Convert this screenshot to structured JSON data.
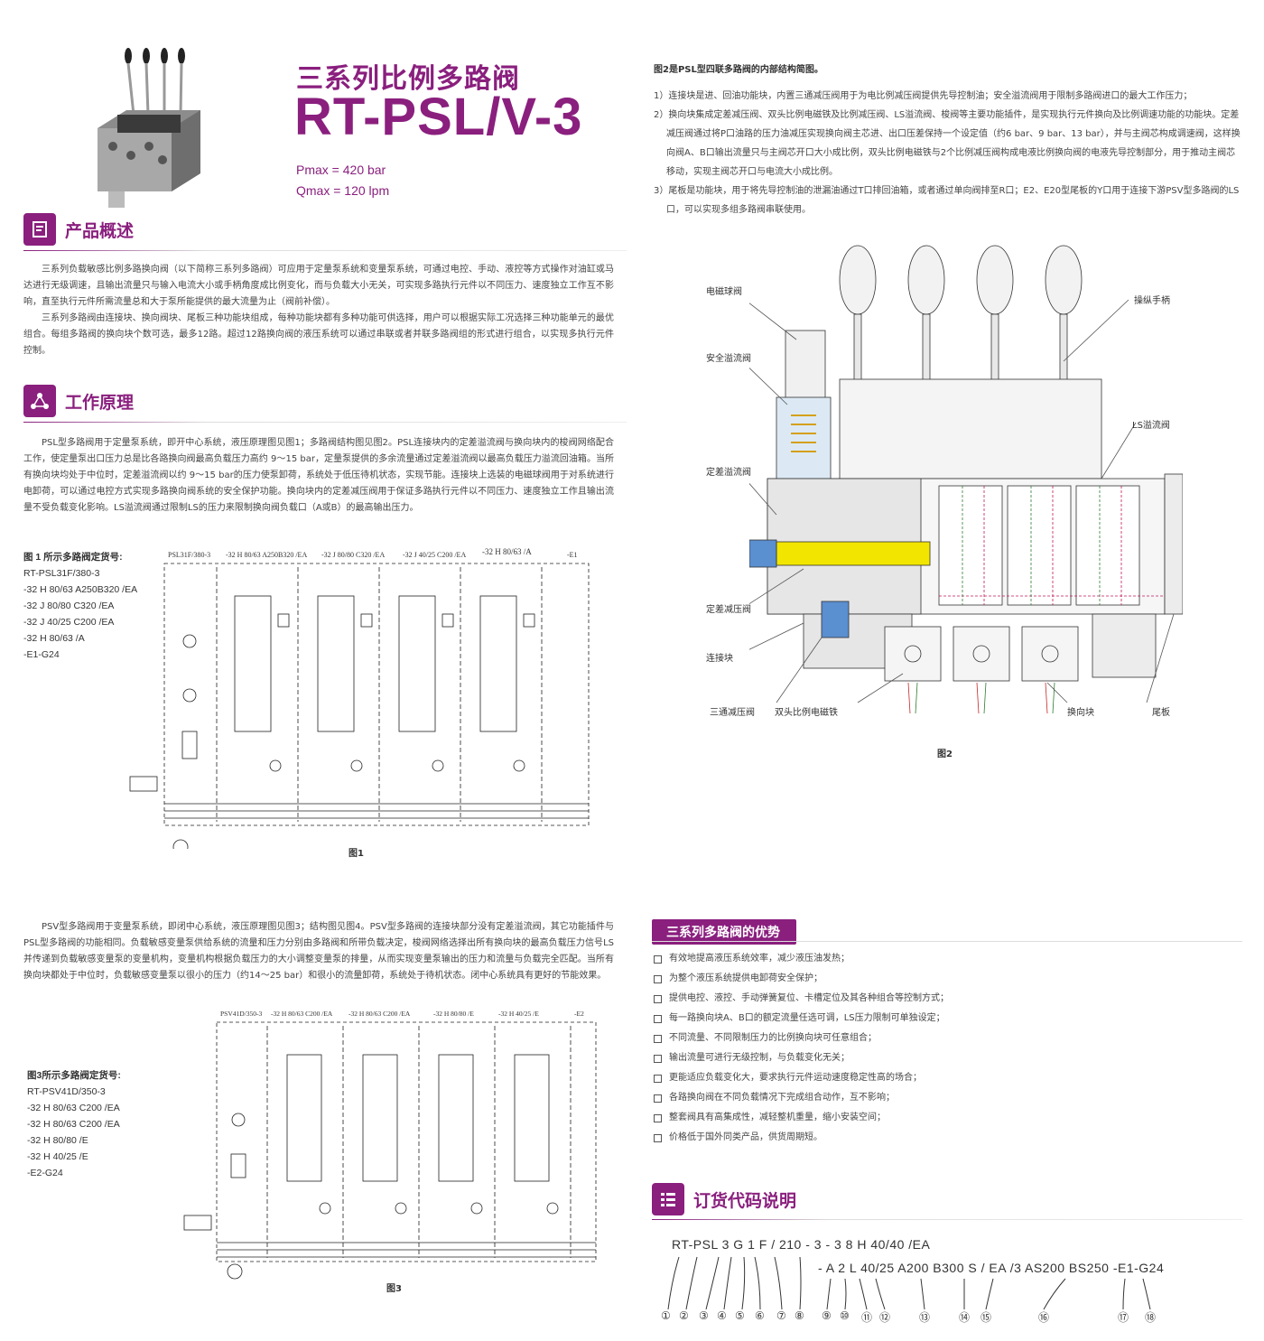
{
  "header": {
    "title_cn": "三系列比例多路阀",
    "title_en": "RT-PSL/V-3",
    "pmax": "Pmax = 420 bar",
    "qmax": "Qmax = 120 lpm"
  },
  "overview": {
    "title": "产品概述",
    "p1": "三系列负载敏感比例多路换向阀（以下简称三系列多路阀）可应用于定量泵系统和变量泵系统，可通过电控、手动、液控等方式操作对油缸或马达进行无级调速，且输出流量只与输入电流大小或手柄角度成比例变化，而与负载大小无关，可实现多路执行元件以不同压力、速度独立工作互不影响，直至执行元件所需流量总和大于泵所能提供的最大流量为止（阀前补偿）。",
    "p2": "三系列多路阀由连接块、换向阀块、尾板三种功能块组成，每种功能块都有多种功能可供选择，用户可以根据实际工况选择三种功能单元的最优组合。每组多路阀的换向块个数可选，最多12路。超过12路换向阀的液压系统可以通过串联或者并联多路阀组的形式进行组合，以实现多执行元件控制。"
  },
  "principle": {
    "title": "工作原理",
    "p1": "PSL型多路阀用于定量泵系统，即开中心系统，液压原理图见图1；多路阀结构图见图2。PSL连接块内的定差溢流阀与换向块内的梭阀网络配合工作，使定量泵出口压力总是比各路换向阀最高负载压力高约 9～15 bar，定量泵提供的多余流量通过定差溢流阀以最高负载压力溢流回油箱。当所有换向块均处于中位时，定差溢流阀以约 9～15 bar的压力使泵卸荷，系统处于低压待机状态，实现节能。连接块上选装的电磁球阀用于对系统进行电卸荷，可以通过电控方式实现多路换向阀系统的安全保护功能。换向块内的定差减压阀用于保证多路执行元件以不同压力、速度独立工作且输出流量不受负载变化影响。LS溢流阀通过限制LS的压力来限制换向阀负载口（A或B）的最高输出压力。",
    "p3": "PSV型多路阀用于变量泵系统，即闭中心系统，液压原理图见图3；结构图见图4。PSV型多路阀的连接块部分没有定差溢流阀，其它功能插件与PSL型多路阀的功能相同。负载敏感变量泵供给系统的流量和压力分别由多路阀和所带负载决定，梭阀网络选择出所有换向块的最高负载压力信号LS并传递到负载敏感变量泵的变量机构，变量机构根据负载压力的大小调整变量泵的排量，从而实现变量泵输出的压力和流量与负载完全匹配。当所有换向块都处于中位时，负载敏感变量泵以很小的压力（约14～25 bar）和很小的流量卸荷，系统处于待机状态。闭中心系统具有更好的节能效果。"
  },
  "fig1": {
    "code_title": "图 1 所示多路阀定货号:",
    "codes": [
      "RT-PSL31F/380-3",
      "-32 H 80/63 A250B320 /EA",
      "-32 J 80/80 C320 /EA",
      "-32 J 40/25 C200 /EA",
      "-32 H 80/63 /A",
      "-E1-G24"
    ],
    "top_labels": [
      "PSL31F/380-3",
      "-32 H 80/63 A250B320 /EA",
      "-32 J 80/80 C320 /EA",
      "-32 J  40/25 C200 /EA",
      "-32 H 80/63  /A",
      "-E1"
    ],
    "caption": "图1"
  },
  "fig3": {
    "code_title": "图3所示多路阀定货号:",
    "codes": [
      "RT-PSV41D/350-3",
      "-32 H 80/63 C200 /EA",
      "-32 H 80/63 C200 /EA",
      "-32 H 80/80  /E",
      "-32 H 40/25  /E",
      "-E2-G24"
    ],
    "top_labels": [
      "PSV41D/350-3",
      "-32 H 80/63  C200 /EA",
      "-32 H 80/63 C200 /EA",
      "-32 H 80/80  /E",
      "-32 H  40/25  /E",
      "-E2"
    ],
    "caption": "图3"
  },
  "fig2": {
    "intro": "图2是PSL型四联多路阀的内部结构简图。",
    "items": [
      "1）连接块是进、回油功能块，内置三通减压阀用于为电比例减压阀提供先导控制油；安全溢流阀用于限制多路阀进口的最大工作压力；",
      "2）换向块集成定差减压阀、双头比例电磁铁及比例减压阀、LS溢流阀、梭阀等主要功能插件，是实现执行元件换向及比例调速功能的功能块。定差减压阀通过将P口油路的压力油减压实现换向阀主芯进、出口压差保持一个设定值（约6 bar、9 bar、13 bar），并与主阀芯构成调速阀，这样换向阀A、B口输出流量只与主阀芯开口大小成比例，双头比例电磁铁与2个比例减压阀构成电液比例换向阀的电液先导控制部分，用于推动主阀芯移动，实现主阀芯开口与电流大小成比例。",
      "3）尾板是功能块，用于将先导控制油的泄漏油通过T口排回油箱，或者通过单向阀排至R口；E2、E20型尾板的Y口用于连接下游PSV型多路阀的LS口，可以实现多组多路阀串联使用。"
    ],
    "labels": {
      "solenoid_ball": "电磁球阀",
      "safety_relief": "安全溢流阀",
      "diff_relief": "定差溢流阀",
      "diff_reducing": "定差减压阀",
      "inlet": "连接块",
      "three_way": "三通减压阀",
      "double_solenoid": "双头比例电磁铁",
      "handle": "操纵手柄",
      "ls_relief": "LS溢流阀",
      "section": "换向块",
      "end_plate": "尾板"
    },
    "caption": "图2"
  },
  "advantages": {
    "title": "三系列多路阀的优势",
    "items": [
      "有效地提高液压系统效率，减少液压油发热；",
      "为整个液压系统提供电卸荷安全保护；",
      "提供电控、液控、手动弹簧复位、卡槽定位及其各种组合等控制方式；",
      "每一路换向块A、B口的额定流量任选可调，LS压力限制可单独设定；",
      "不同流量、不同限制压力的比例换向块可任意组合；",
      "输出流量可进行无级控制，与负载变化无关；",
      "更能适应负载变化大，要求执行元件运动速度稳定性高的场合；",
      "各路换向阀在不同负载情况下完成组合动作，互不影响；",
      "整套阀具有高集成性，减轻整机重量，缩小安装空间；",
      "价格低于国外同类产品，供货周期短。"
    ]
  },
  "order": {
    "title": "订货代码说明",
    "line1": "RT-PSL 3 G 1 F / 210 - 3   - 3 8 H 40/40 /EA",
    "line2": "- A 2 L 40/25 A200 B300 S / EA  /3 AS200 BS250 -E1-G24",
    "numbers": [
      "①",
      "②",
      "③",
      "④",
      "⑤",
      "⑥",
      "⑦",
      "⑧",
      "⑨",
      "⑩",
      "⑪",
      "⑫",
      "⑬",
      "⑭",
      "⑮",
      "⑯",
      "⑰",
      "⑱"
    ]
  },
  "colors": {
    "accent": "#8a1f7e"
  }
}
